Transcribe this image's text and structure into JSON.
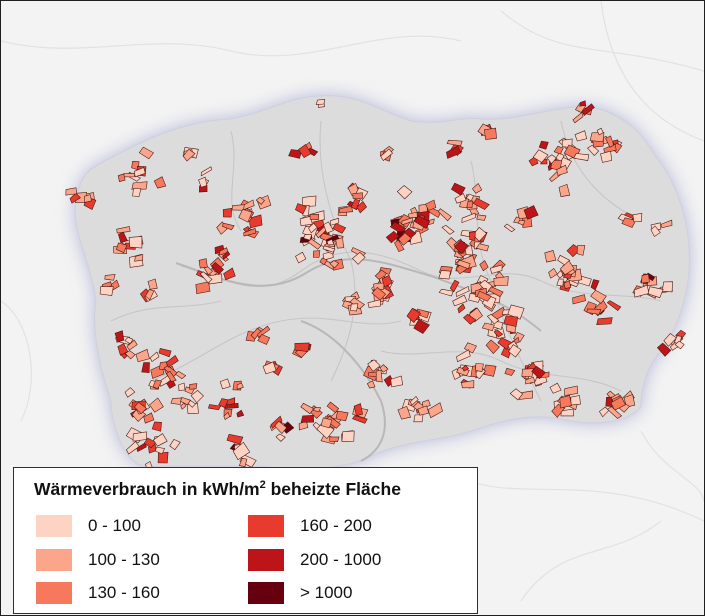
{
  "legend": {
    "title_prefix": "Wärmeverbrauch in kWh/m",
    "title_superscript": "2",
    "title_suffix": " beheizte Fläche",
    "classes": [
      {
        "label": "0 - 100",
        "color": "#fdd3c4"
      },
      {
        "label": "100 - 130",
        "color": "#fba68b"
      },
      {
        "label": "130 - 160",
        "color": "#f7795d"
      },
      {
        "label": "160 - 200",
        "color": "#e83a2d"
      },
      {
        "label": "200 - 1000",
        "color": "#bd1419"
      },
      {
        "label": "> 1000",
        "color": "#66000f"
      }
    ]
  },
  "map": {
    "region_fill": "#dcdcdc",
    "region_glow": "#b9bbd6",
    "basemap_color": "#f3f3f3",
    "road_color": "#c4c4c4",
    "parcel_outline": "#4a1a14"
  }
}
